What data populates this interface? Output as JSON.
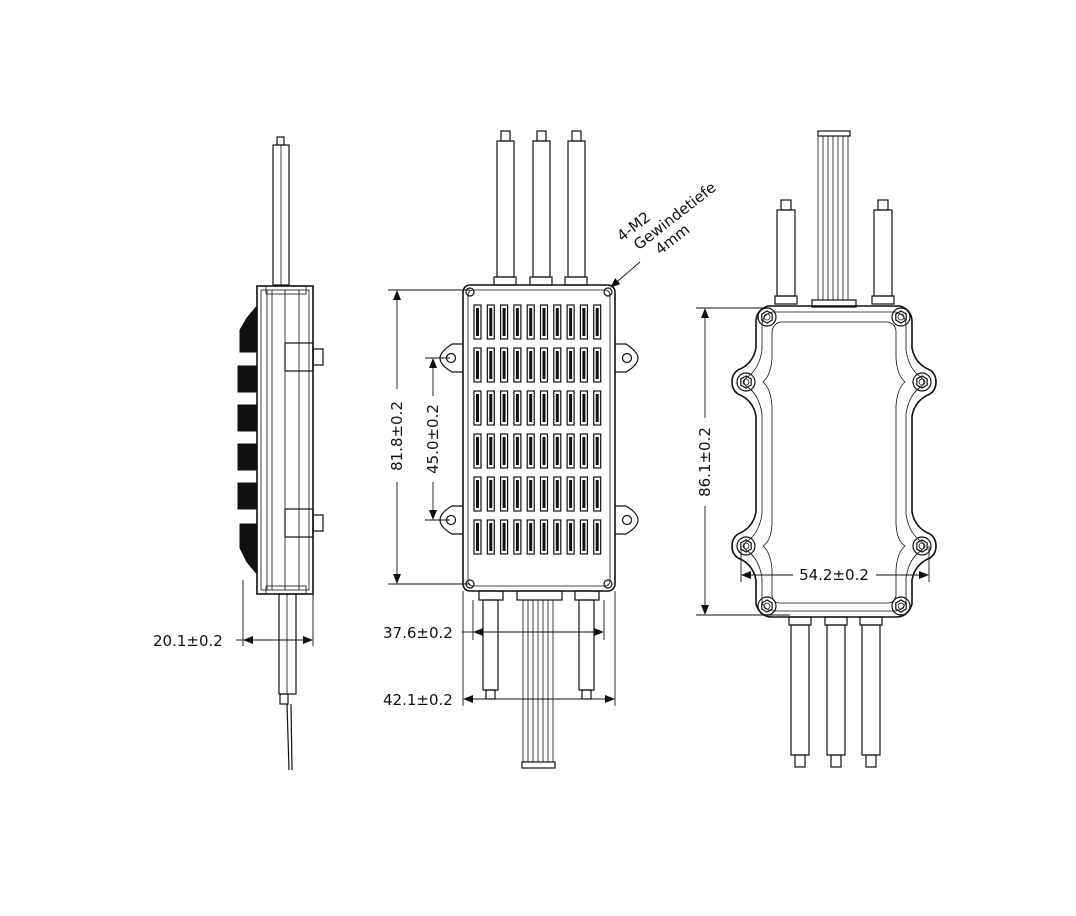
{
  "dimensions": {
    "side_depth": "20.1±0.2",
    "front_height": "81.8±0.2",
    "front_hole_spacing": "45.0±0.2",
    "front_wire_span_inner": "37.6±0.2",
    "front_wire_span_outer": "42.1±0.2",
    "back_height": "86.1±0.2",
    "back_hole_spacing": "54.2±0.2"
  },
  "callout": {
    "line1": "4-M2",
    "line2": "Gewindetiefe",
    "line3": "4mm"
  }
}
